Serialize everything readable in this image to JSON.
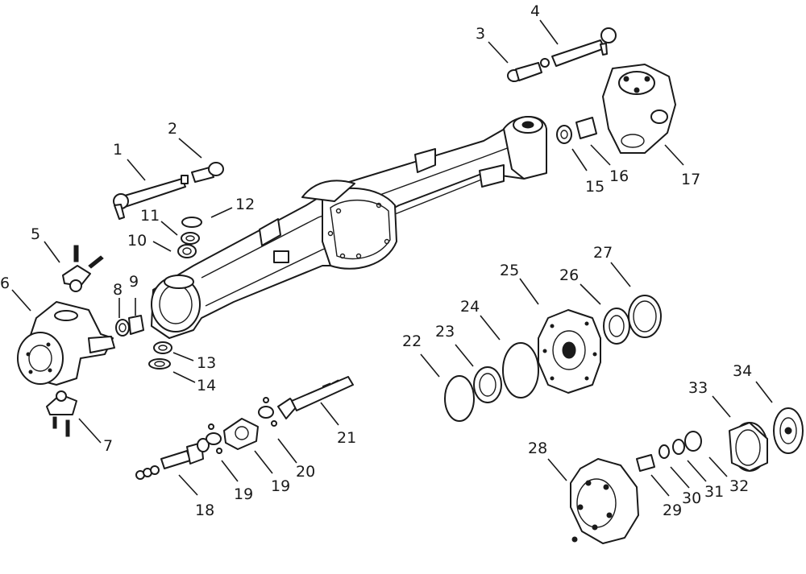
{
  "callouts": [
    "1",
    "2",
    "3",
    "4",
    "5",
    "6",
    "7",
    "8",
    "9",
    "10",
    "11",
    "12",
    "13",
    "14",
    "15",
    "16",
    "17",
    "18",
    "19",
    "19",
    "20",
    "21",
    "22",
    "23",
    "24",
    "25",
    "26",
    "27",
    "28",
    "29",
    "30",
    "31",
    "32",
    "33",
    "34"
  ]
}
